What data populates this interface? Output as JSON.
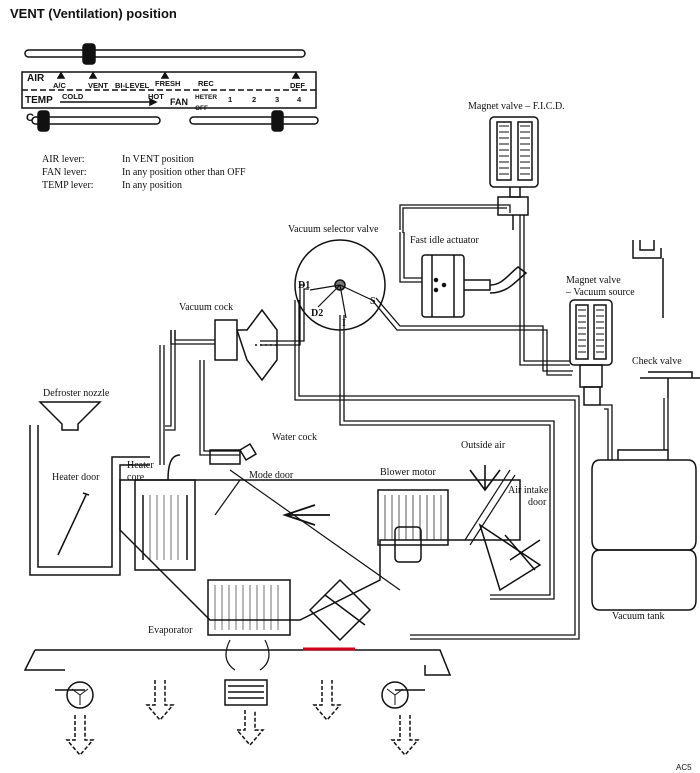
{
  "title": "VENT (Ventilation) position",
  "panel": {
    "air": "AIR",
    "temp": "TEMP",
    "ac": "A/C",
    "vent": "VENT",
    "bilevel": "BI-LEVEL",
    "fresh": "FRESH",
    "rec": "REC",
    "def": "DEF",
    "cold": "COLD",
    "hot": "HOT",
    "fan": "FAN",
    "heter_off": "HETER OFF",
    "n1": "1",
    "n2": "2",
    "n3": "3",
    "n4": "4",
    "c": "C"
  },
  "legend": [
    {
      "key": "AIR lever:",
      "value": "In VENT position"
    },
    {
      "key": "FAN lever:",
      "value": "In any position other than OFF"
    },
    {
      "key": "TEMP lever:",
      "value": "In any position"
    }
  ],
  "labels": {
    "magnet_ficd": "Magnet valve – F.I.C.D.",
    "vacuum_selector": "Vacuum selector valve",
    "fast_idle": "Fast idle actuator",
    "magnet_vac_1": "Magnet valve",
    "magnet_vac_2": "– Vacuum source",
    "check_valve": "Check valve",
    "vacuum_cock": "Vacuum cock",
    "defroster_nozzle": "Defroster nozzle",
    "water_cock": "Water cock",
    "outside_air": "Outside air",
    "heater_core_1": "Heater",
    "heater_core_2": "core",
    "mode_door": "Mode door",
    "blower_motor": "Blower motor",
    "heater_door": "Heater door",
    "air_intake_1": "Air intake",
    "air_intake_2": "door",
    "evaporator": "Evaporator",
    "vacuum_tank": "Vacuum tank",
    "d1": "D1",
    "d2": "D2",
    "port_i": "I",
    "port_s": "S",
    "corner_code": "AC5"
  },
  "colors": {
    "ink": "#111111",
    "highlight": "#d0021b"
  }
}
